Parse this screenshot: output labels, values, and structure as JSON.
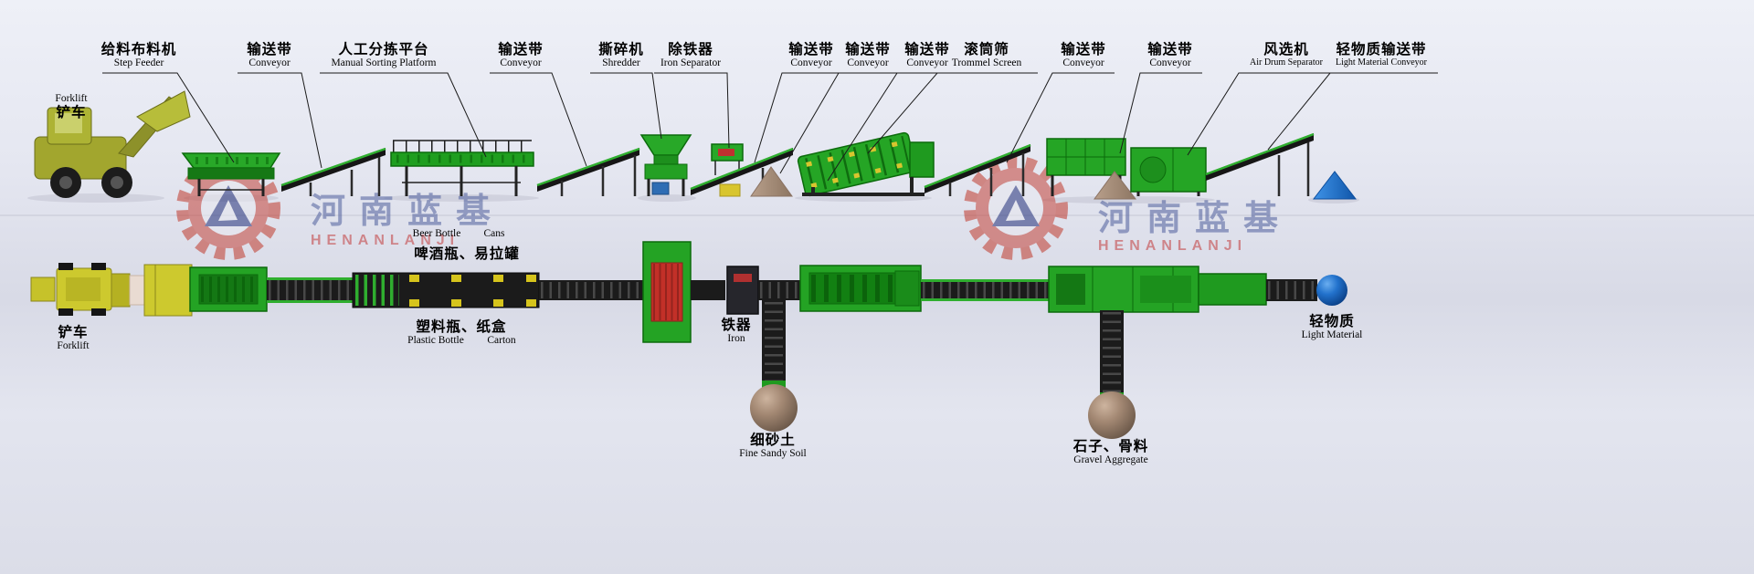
{
  "watermark": {
    "cn": "河南蓝基",
    "en": "HENANLANJI"
  },
  "forklift_side": {
    "en": "Forklift",
    "cn": "铲车"
  },
  "top_labels": [
    {
      "cn": "给料布料机",
      "en": "Step Feeder"
    },
    {
      "cn": "输送带",
      "en": "Conveyor"
    },
    {
      "cn": "人工分拣平台",
      "en": "Manual Sorting Platform"
    },
    {
      "cn": "输送带",
      "en": "Conveyor"
    },
    {
      "cn": "撕碎机",
      "en": "Shredder"
    },
    {
      "cn": "除铁器",
      "en": "Iron Separator"
    },
    {
      "cn": "输送带",
      "en": "Conveyor"
    },
    {
      "cn": "输送带",
      "en": "Conveyor"
    },
    {
      "cn": "输送带",
      "en": "Conveyor"
    },
    {
      "cn": "滚筒筛",
      "en": "Trommel Screen"
    },
    {
      "cn": "输送带",
      "en": "Conveyor"
    },
    {
      "cn": "输送带",
      "en": "Conveyor"
    },
    {
      "cn": "风选机",
      "en": "Air Drum Separator"
    },
    {
      "cn": "轻物质输送带",
      "en": "Light Material Conveyor"
    }
  ],
  "bottom_labels": {
    "forklift": {
      "cn": "铲车",
      "en": "Forklift"
    },
    "beer_bottle_en": "Beer Bottle",
    "cans_en": "Cans",
    "beer_cans_cn": "啤酒瓶、易拉罐",
    "plastic_carton_cn": "塑料瓶、纸盒",
    "plastic_bottle_en": "Plastic Bottle",
    "carton_en": "Carton",
    "iron": {
      "cn": "铁器",
      "en": "Iron"
    },
    "fine_sandy_soil": {
      "cn": "细砂土",
      "en": "Fine Sandy Soil"
    },
    "gravel_aggregate": {
      "cn": "石子、骨料",
      "en": "Gravel Aggregate"
    },
    "light_material": {
      "cn": "轻物质",
      "en": "Light Material"
    }
  },
  "colors": {
    "machine_green": "#22a322",
    "machine_green_dark": "#0c6b0c",
    "belt_dark": "#1b1b1b",
    "forklift_yellow": "#cdc92e",
    "watermark_red": "#c0392b",
    "watermark_blue": "#4f5f9d",
    "pile_tan": "#a8917e",
    "pile_blue": "#1d78d8",
    "ball_brown": "#8a7060",
    "ball_blue": "#1565c8"
  },
  "icons": {
    "watermark_logo": "gear-logo-icon"
  }
}
